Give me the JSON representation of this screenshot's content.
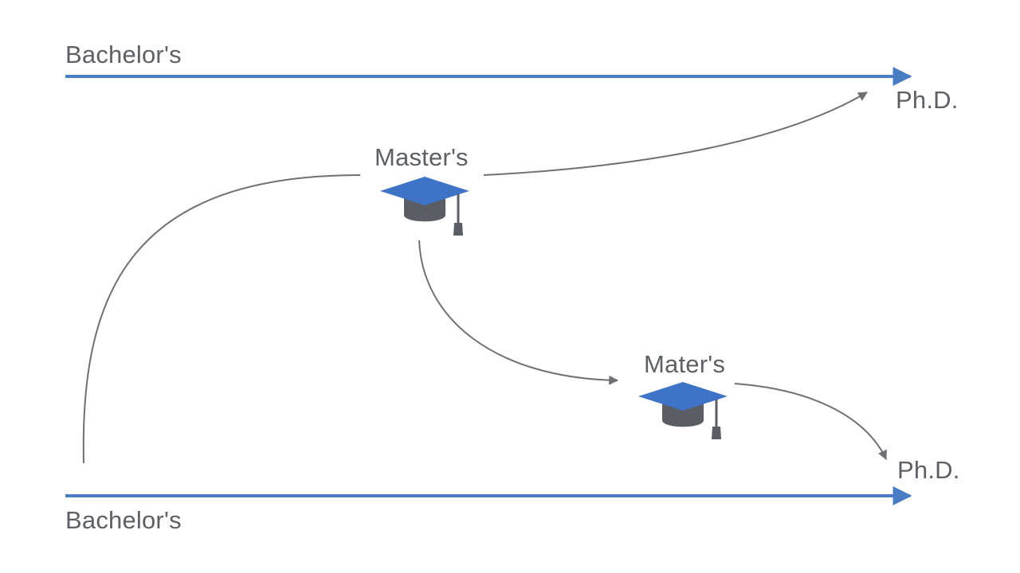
{
  "labels": {
    "bachelor_top": "Bachelor's",
    "phd_top": "Ph.D.",
    "masters": "Master's",
    "maters": "Mater's",
    "phd_bottom": "Ph.D.",
    "bachelor_bottom": "Bachelor's"
  },
  "icons": {
    "masters_icon": "graduation-cap-icon",
    "maters_icon": "graduation-cap-icon"
  },
  "colors": {
    "track_blue": "#4a7cc4",
    "curve_gray": "#6e7073",
    "cap_blue": "#3f73c8",
    "cap_dark": "#5a5d63",
    "text": "#5d6064"
  }
}
